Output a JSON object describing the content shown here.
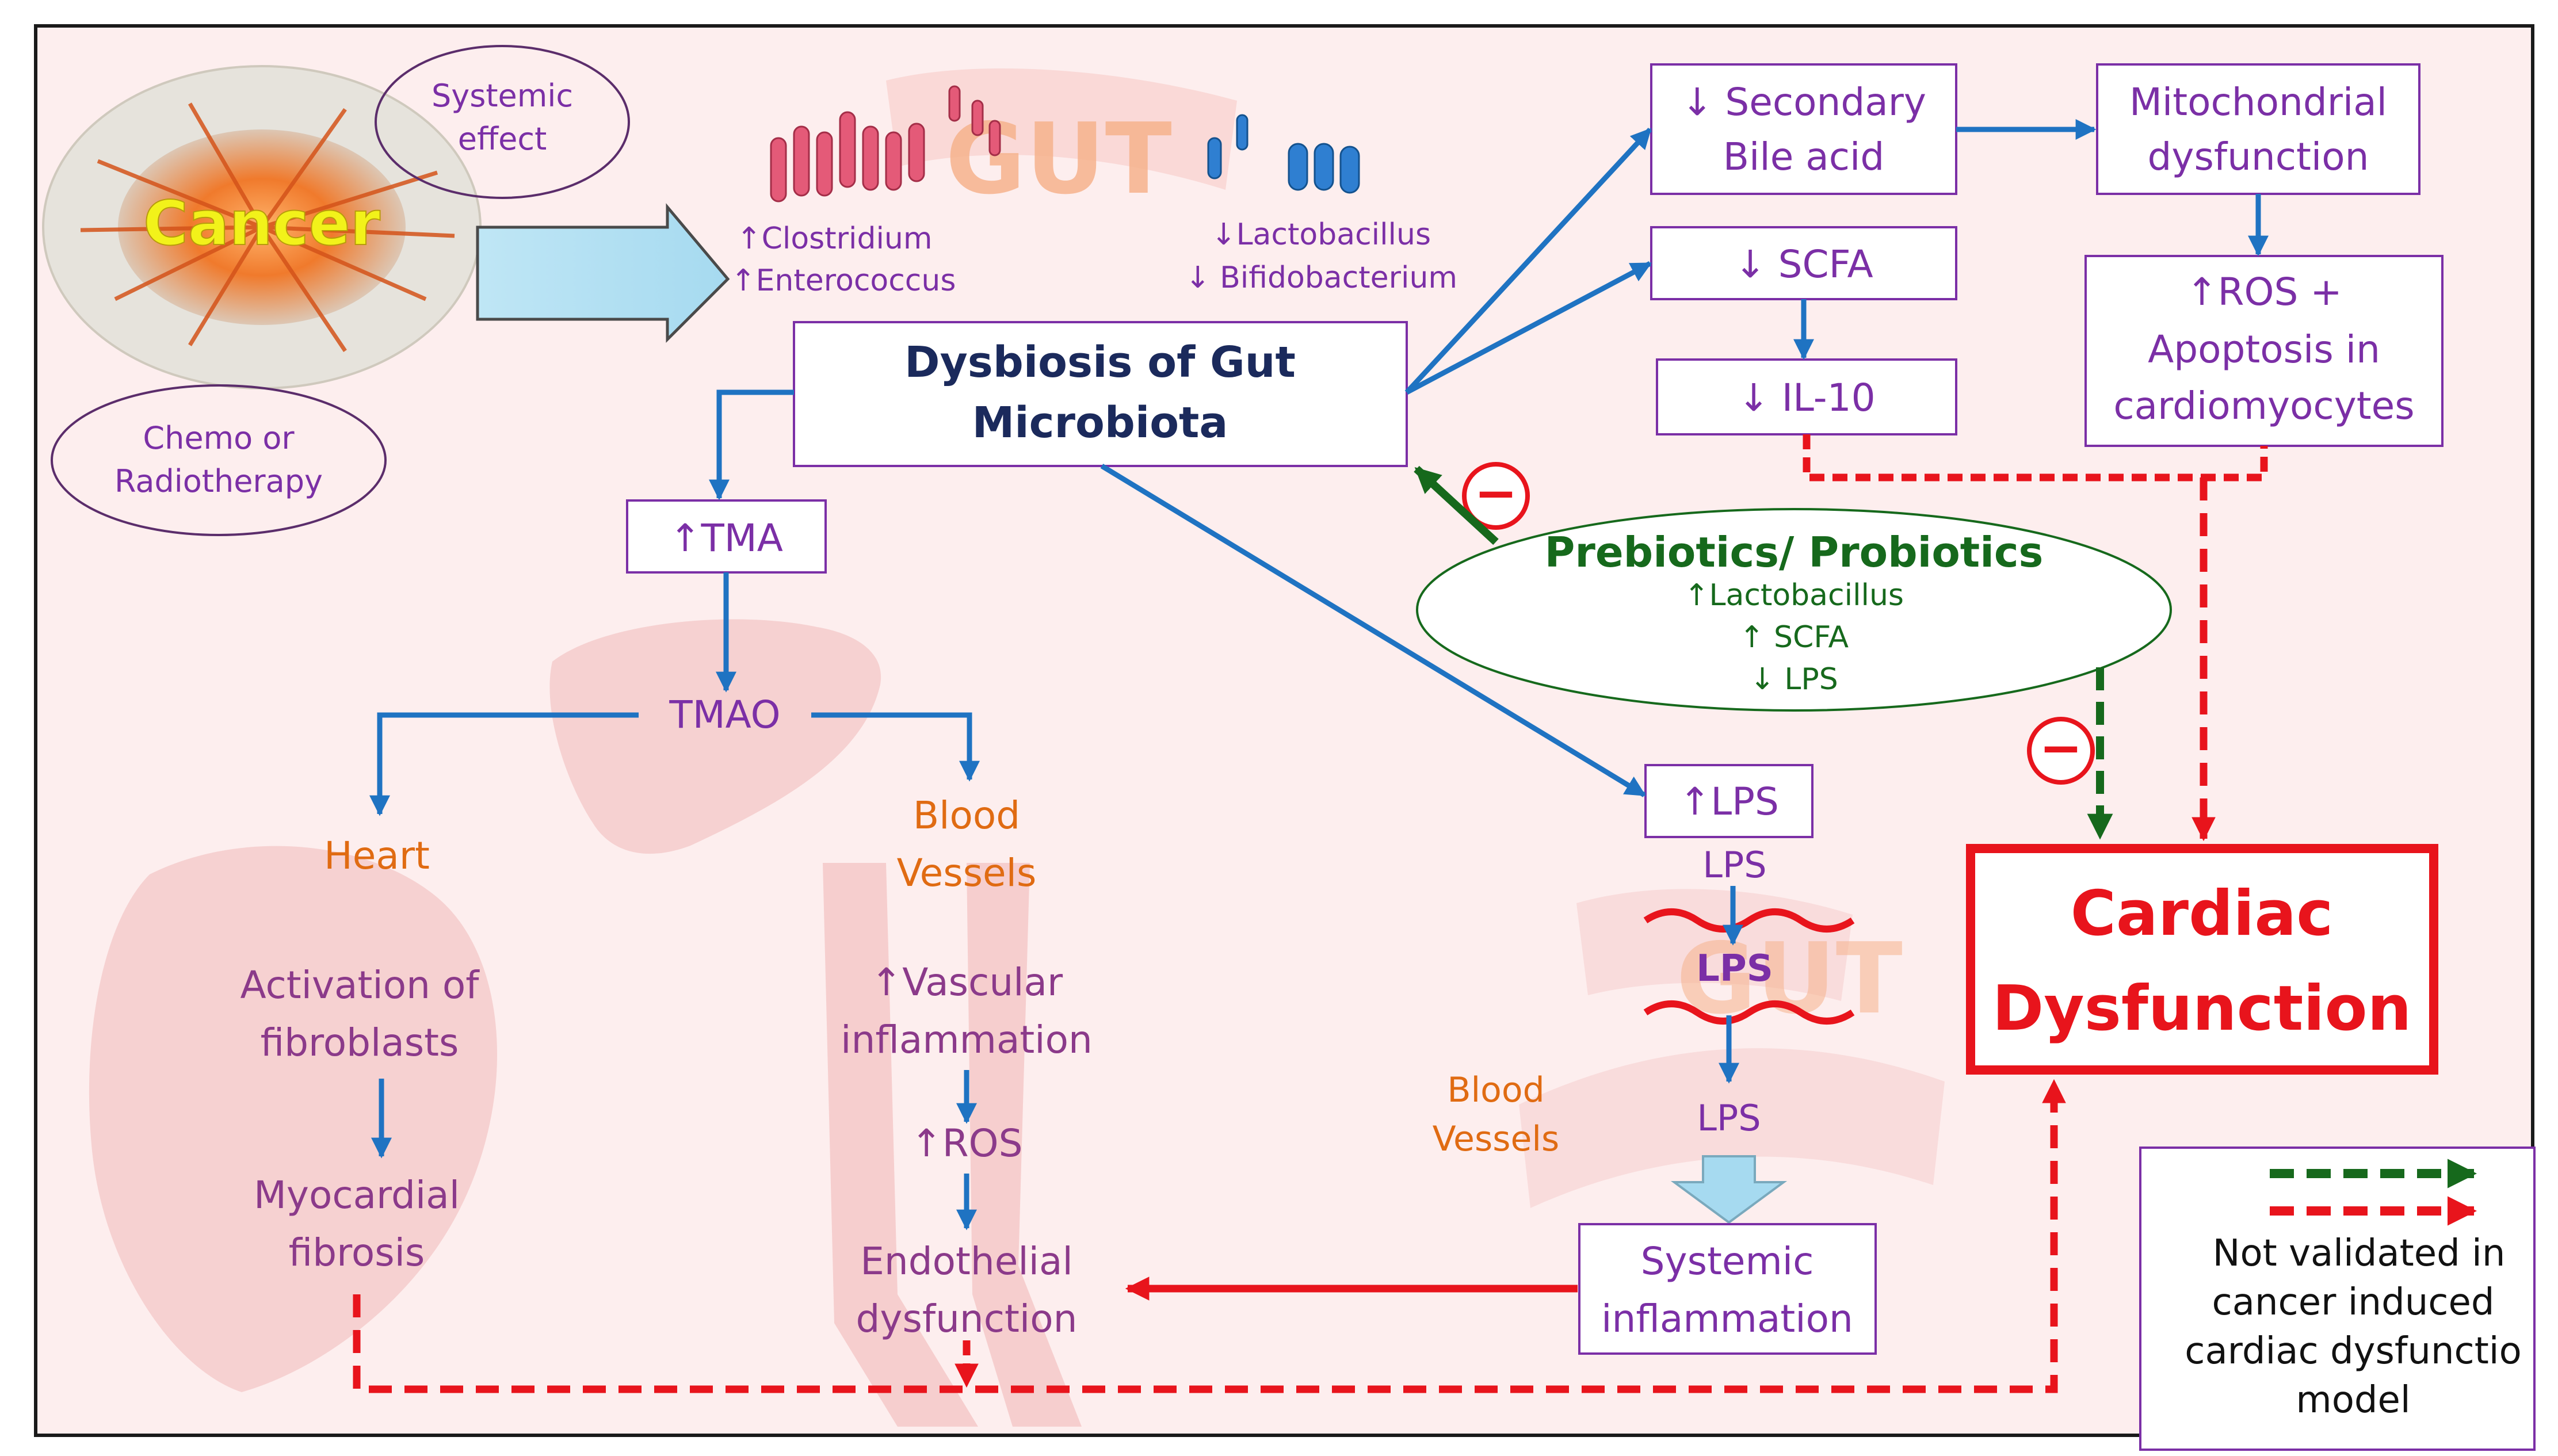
{
  "cancer": {
    "label": "Cancer",
    "systemic": [
      "Systemic",
      "effect"
    ],
    "chemo": [
      "Chemo or",
      "Radiotherapy"
    ]
  },
  "gut_banner": "GUT",
  "bacteria_up": [
    "↑Clostridium",
    "↑Enterococcus"
  ],
  "bacteria_down": [
    "↓Lactobacillus",
    "↓ Bifidobacterium"
  ],
  "dysbiosis": [
    "Dysbiosis of Gut",
    "Microbiota"
  ],
  "boxes": {
    "secondary_bile": [
      "↓  Secondary",
      "Bile acid"
    ],
    "mito": [
      "Mitochondrial",
      "dysfunction"
    ],
    "scfa": "↓  SCFA",
    "il10": "↓  IL-10",
    "ros_apoptosis": [
      "↑ROS +",
      "Apoptosis in",
      "cardiomyocytes"
    ],
    "tma": "↑TMA",
    "lps_up": "↑LPS",
    "systemic_inflammation": [
      "Systemic",
      "inflammation"
    ]
  },
  "tmao": "TMAO",
  "prebiotics": {
    "title": "Prebiotics/ Probiotics",
    "items": [
      "↑Lactobacillus",
      "↑ SCFA",
      "↓  LPS"
    ]
  },
  "inhibit_symbol": "−",
  "heart_branch": {
    "title": "Heart",
    "step1": [
      "Activation of",
      "fibroblasts"
    ],
    "step2": [
      "Myocardial",
      "fibrosis"
    ]
  },
  "vessel_branch": {
    "title": [
      "Blood",
      "Vessels"
    ],
    "step1": [
      "↑Vascular",
      "inflammation"
    ],
    "step2": "↑ROS",
    "step3": [
      "Endothelial",
      "dysfunction"
    ]
  },
  "lps_flow": {
    "lps1": "LPS",
    "gut_watermark": "GUT",
    "lps2": "LPS",
    "lps3": "LPS",
    "vessels": [
      "Blood",
      "Vessels"
    ]
  },
  "cardiac": [
    "Cardiac",
    "Dysfunction"
  ],
  "legend": [
    "Not validated in",
    "cancer induced",
    "cardiac dysfunctio",
    "model"
  ],
  "colors": {
    "blue": "#1f73c2",
    "red": "#e8141c",
    "green": "#16691c",
    "purple": "#7b2fa6",
    "orange": "#e06b12",
    "navy": "#1b2a5c",
    "pink_bg": "#fdeeee"
  }
}
